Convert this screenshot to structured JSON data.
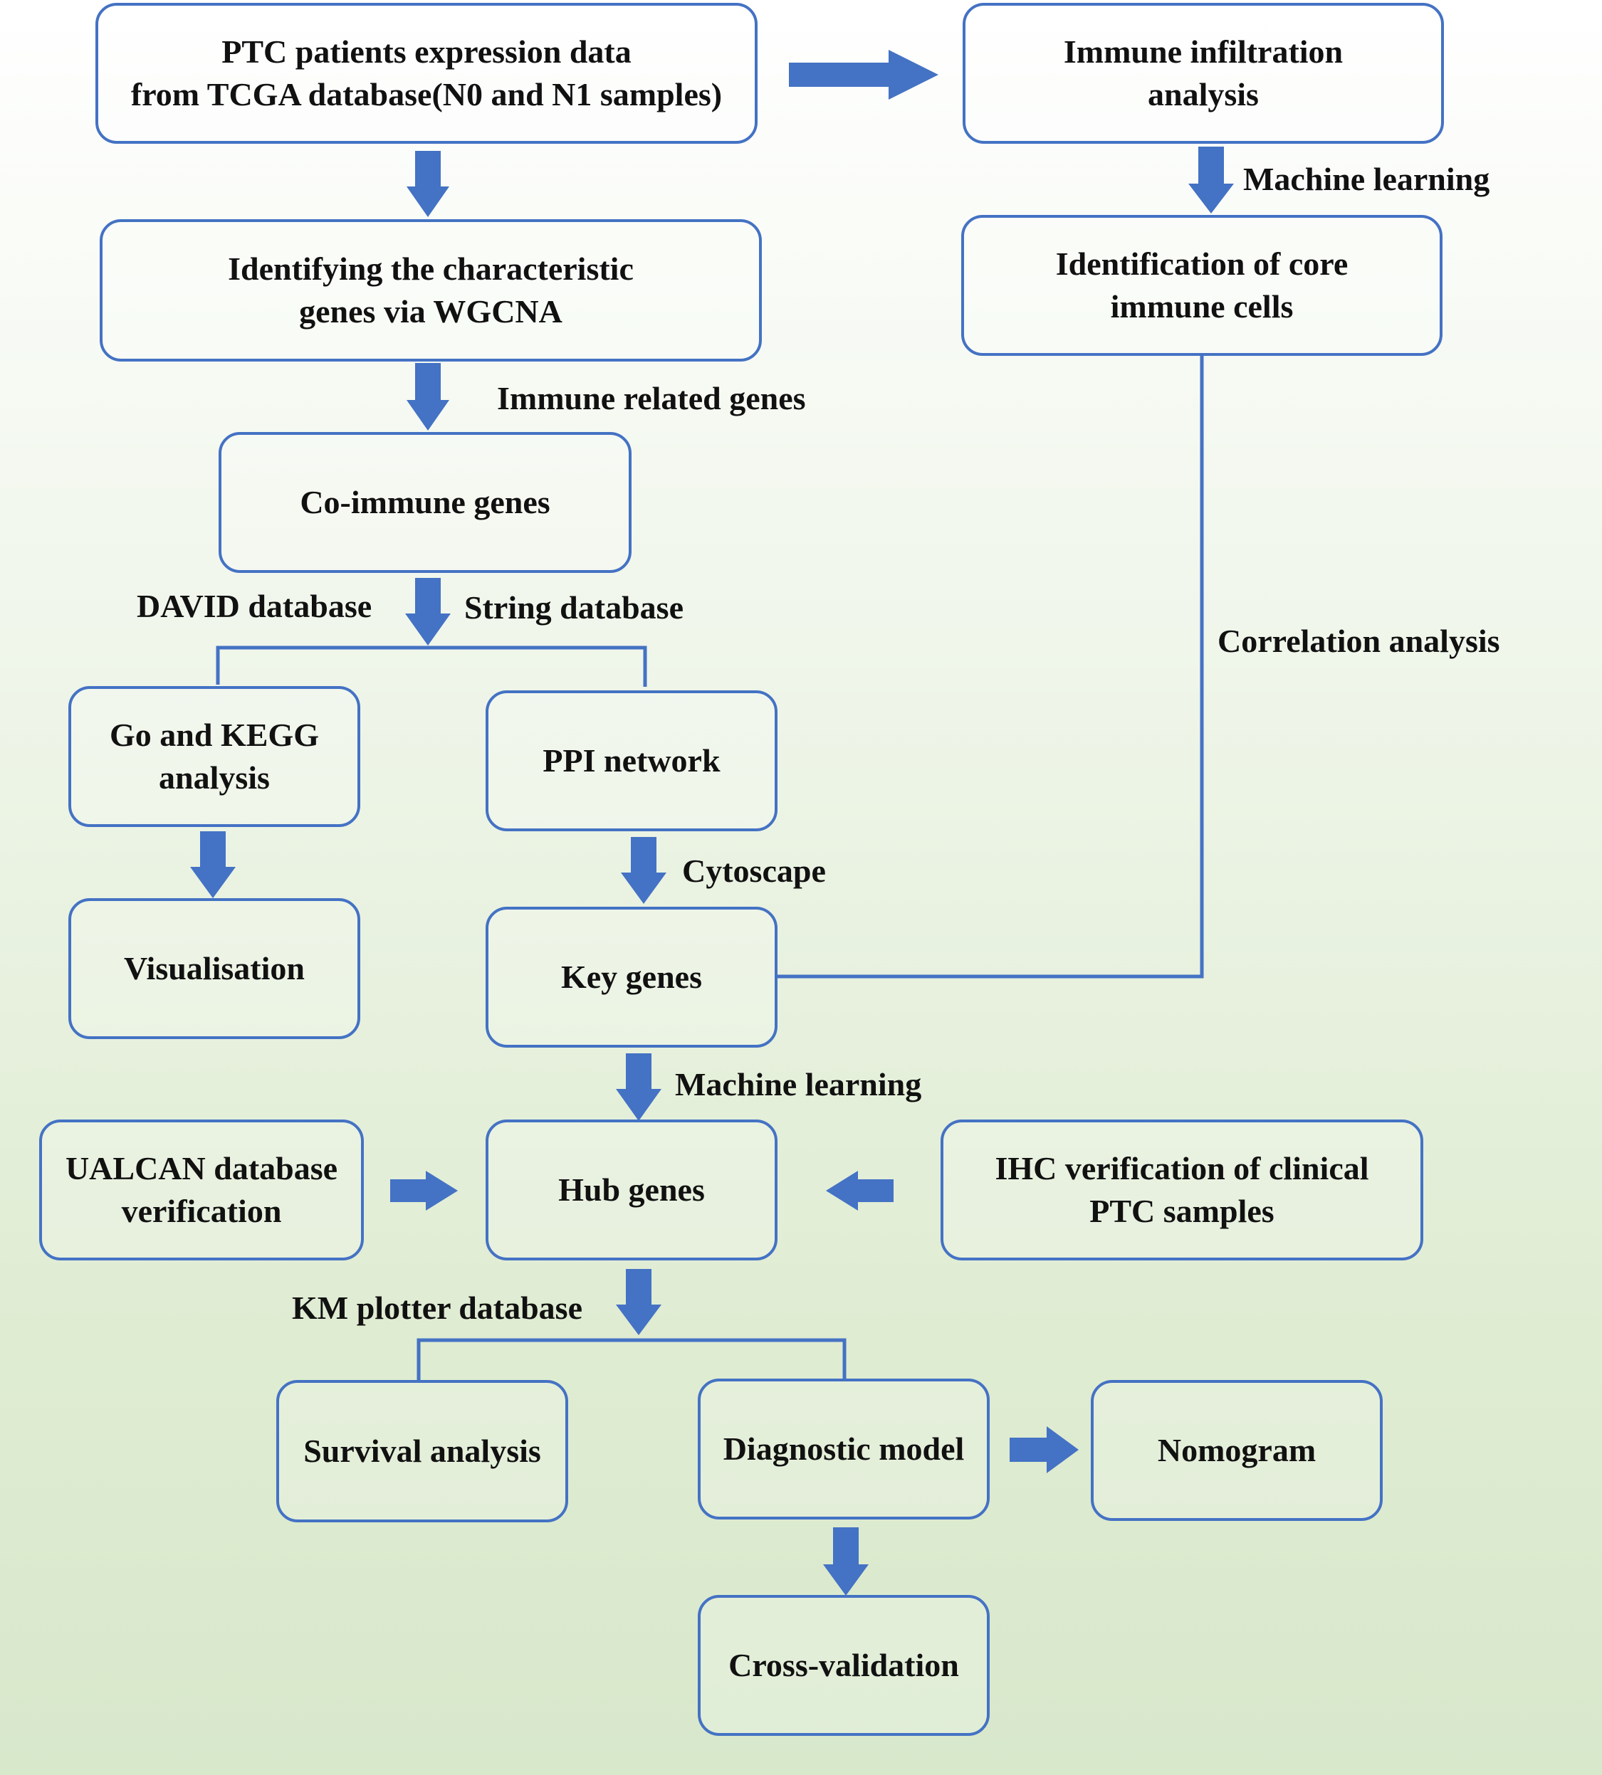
{
  "boxes": {
    "tcga": "PTC patients expression data\nfrom TCGA database(N0 and N1 samples)",
    "immune_infiltration": "Immune infiltration\nanalysis",
    "wgcna": "Identifying  the characteristic\ngenes via WGCNA",
    "core_cells": "Identification of core\nimmune cells",
    "co_immune": "Co-immune genes",
    "go_kegg": "Go and KEGG\nanalysis",
    "ppi": "PPI network",
    "visualisation": "Visualisation",
    "key_genes": "Key genes",
    "ualcan": "UALCAN database\nverification",
    "hub_genes": "Hub genes",
    "ihc": "IHC verification of clinical\nPTC samples",
    "survival": "Survival analysis",
    "diagnostic": "Diagnostic model",
    "nomogram": "Nomogram",
    "cross_validation": "Cross-validation"
  },
  "labels": {
    "machine_learning_top": "Machine learning",
    "immune_related": "Immune related genes",
    "david": "DAVID database",
    "string": "String database",
    "correlation": "Correlation analysis",
    "cytoscape": "Cytoscape",
    "machine_learning_mid": "Machine learning",
    "km_plotter": "KM plotter database"
  },
  "colors": {
    "border": "#4472c4",
    "arrow": "#4472c4"
  }
}
